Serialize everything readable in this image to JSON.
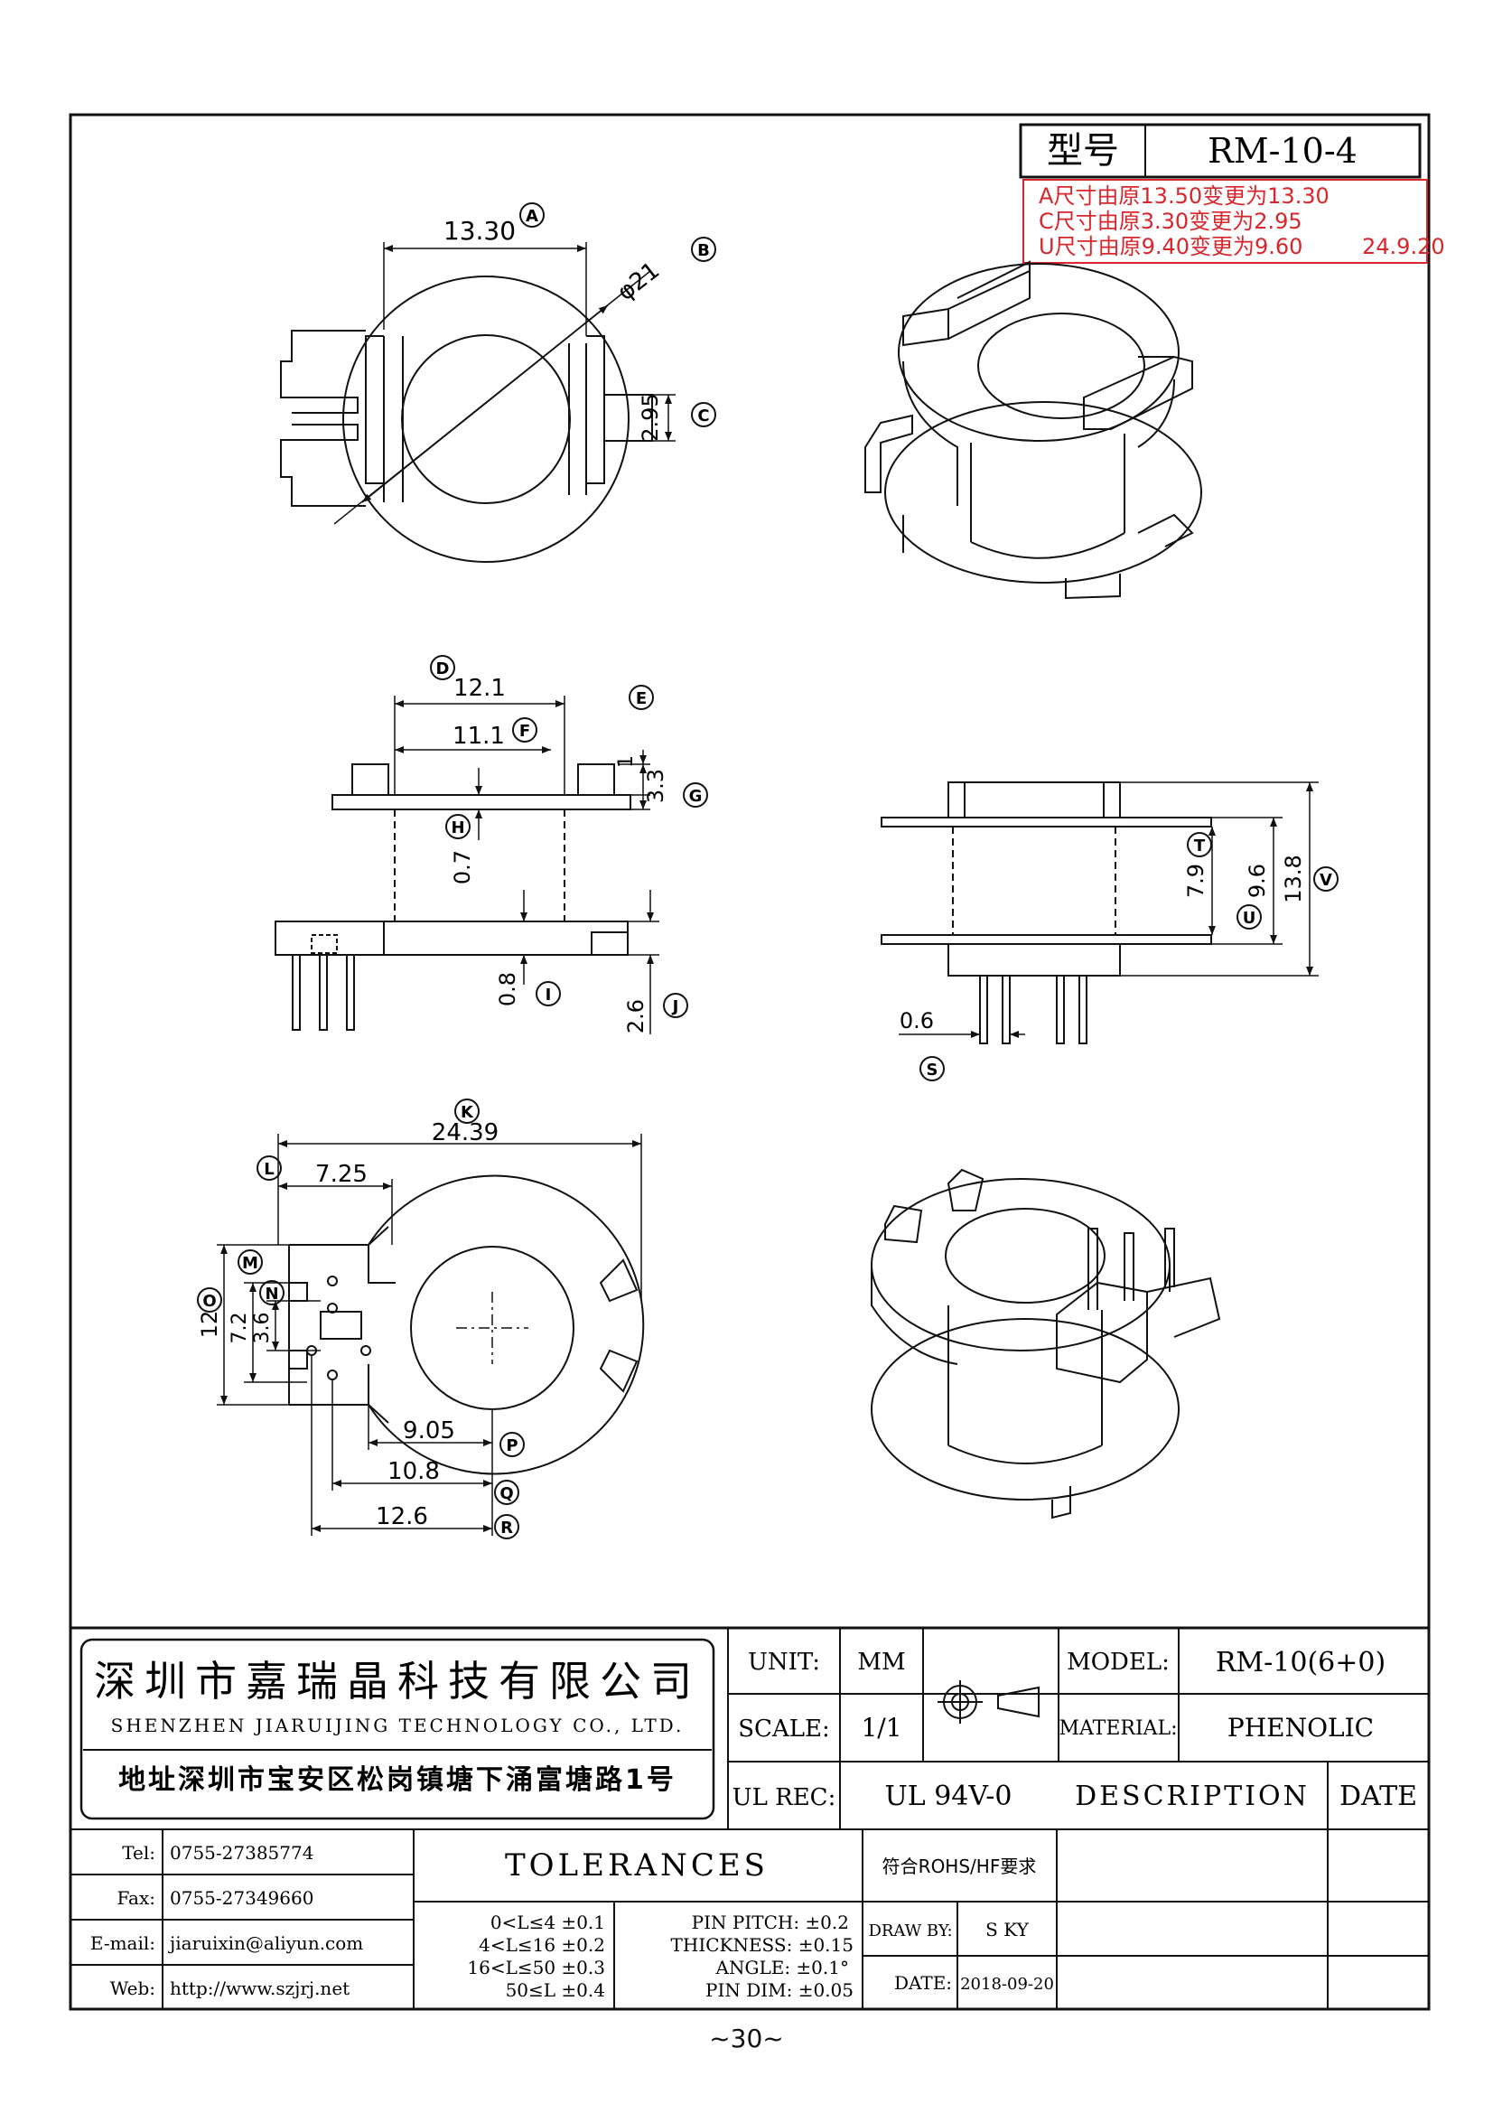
{
  "model_box": {
    "label": "型号",
    "value": "RM-10-4"
  },
  "revisions": {
    "line1": "A尺寸由原13.50变更为13.30",
    "line2": "C尺寸由原3.30变更为2.95",
    "line3": "U尺寸由原9.40变更为9.60",
    "date": "24.9.20",
    "color": "#d8262c"
  },
  "dims": {
    "a": "13.30",
    "phi": "φ21",
    "c": "2.95",
    "d": "12.1",
    "f": "11.1",
    "e": "1",
    "g": "3.3",
    "h": "0.7",
    "i": "0.8",
    "j": "2.6",
    "t": "7.9",
    "u": "9.6",
    "v": "13.8",
    "s": "0.6",
    "k": "24.39",
    "l": "7.25",
    "o": "12",
    "m": "7.2",
    "n": "3.6",
    "p": "9.05",
    "q": "10.8",
    "r": "12.6"
  },
  "markers": {
    "A": "A",
    "B": "B",
    "C": "C",
    "D": "D",
    "E": "E",
    "F": "F",
    "G": "G",
    "H": "H",
    "I": "I",
    "J": "J",
    "K": "K",
    "L": "L",
    "M": "M",
    "N": "N",
    "O": "O",
    "P": "P",
    "Q": "Q",
    "R": "R",
    "S": "S",
    "T": "T",
    "U": "U",
    "V": "V"
  },
  "title_block": {
    "company_cn": "深圳市嘉瑞晶科技有限公司",
    "company_en": "SHENZHEN JIARUIJING TECHNOLOGY CO., LTD.",
    "address": "地址深圳市宝安区松岗镇塘下涌富塘路1号",
    "unit_label": "UNIT:",
    "unit_value": "MM",
    "scale_label": "SCALE:",
    "scale_value": "1/1",
    "ulrec_label": "UL REC:",
    "ulrec_value": "UL 94V-0",
    "model_label": "MODEL:",
    "model_value": "RM-10(6+0)",
    "material_label": "MATERIAL:",
    "material_value": "PHENOLIC",
    "description_label": "DESCRIPTION",
    "date_label": "DATE",
    "tel_label": "Tel:",
    "tel_value": "0755-27385774",
    "fax_label": "Fax:",
    "fax_value": "0755-27349660",
    "email_label": "E-mail:",
    "email_value": "jiaruixin@aliyun.com",
    "web_label": "Web:",
    "web_value": "http://www.szjrj.net",
    "tolerances_title": "TOLERANCES",
    "tol1": "0<L≤4 ±0.1",
    "tol2": "4<L≤16 ±0.2",
    "tol3": "16<L≤50 ±0.3",
    "tol4": "50≤L ±0.4",
    "pin1": "PIN PITCH: ±0.2",
    "pin2": "THICKNESS: ±0.15",
    "pin3": "ANGLE: ±0.1°",
    "pin4": "PIN DIM: ±0.05",
    "rohs": "符合ROHS/HF要求",
    "drawby_label": "DRAW BY:",
    "drawby_value": "S KY",
    "date_row_label": "DATE:",
    "date_value": "2018-09-20"
  },
  "page_number": "~30~"
}
